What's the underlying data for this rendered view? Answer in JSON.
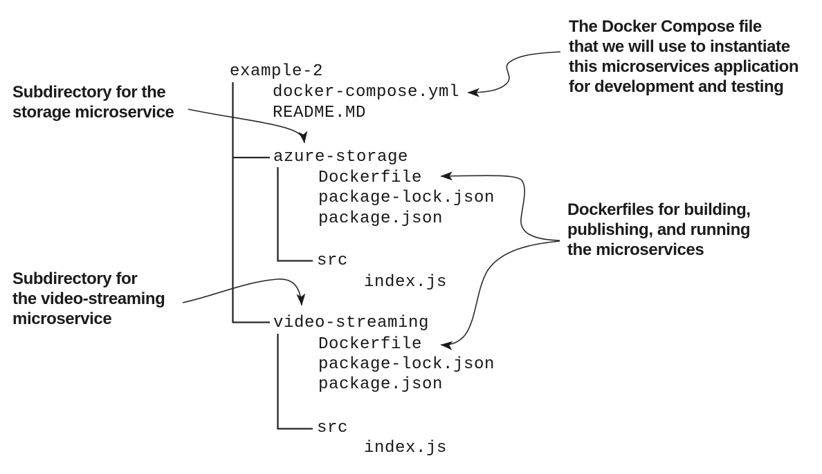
{
  "figure": {
    "description": "Annotated project directory structure diagram"
  },
  "tree": {
    "rows": [
      {
        "label": "example-2",
        "level": 0,
        "kind": "folder"
      },
      {
        "label": "docker-compose.yml",
        "level": 1,
        "kind": "file"
      },
      {
        "label": "README.MD",
        "level": 1,
        "kind": "file"
      },
      {
        "label": "azure-storage",
        "level": 1,
        "kind": "folder"
      },
      {
        "label": "Dockerfile",
        "level": 2,
        "kind": "file"
      },
      {
        "label": "package-lock.json",
        "level": 2,
        "kind": "file"
      },
      {
        "label": "package.json",
        "level": 2,
        "kind": "file"
      },
      {
        "label": "src",
        "level": 2,
        "kind": "folder"
      },
      {
        "label": "index.js",
        "level": 3,
        "kind": "file"
      },
      {
        "label": "video-streaming",
        "level": 1,
        "kind": "folder"
      },
      {
        "label": "Dockerfile",
        "level": 2,
        "kind": "file"
      },
      {
        "label": "package-lock.json",
        "level": 2,
        "kind": "file"
      },
      {
        "label": "package.json",
        "level": 2,
        "kind": "file"
      },
      {
        "label": "src",
        "level": 2,
        "kind": "folder"
      },
      {
        "label": "index.js",
        "level": 3,
        "kind": "file"
      }
    ]
  },
  "annotations": {
    "docker_compose_note": {
      "lines": [
        "The Docker Compose file",
        "that we will use to instantiate",
        "this microservices application",
        "for development and testing"
      ],
      "target": "docker-compose.yml"
    },
    "storage_note": {
      "lines": [
        "Subdirectory for the",
        "storage microservice"
      ],
      "target": "azure-storage"
    },
    "video_note": {
      "lines": [
        "Subdirectory for",
        "the video-streaming",
        "microservice"
      ],
      "target": "video-streaming"
    },
    "dockerfiles_note": {
      "lines": [
        "Dockerfiles for building,",
        "publishing, and running",
        "the microservices"
      ],
      "target": "Dockerfile"
    }
  },
  "colors": {
    "background": "#ffffff",
    "text": "#1b1b1b",
    "line": "#262626"
  }
}
